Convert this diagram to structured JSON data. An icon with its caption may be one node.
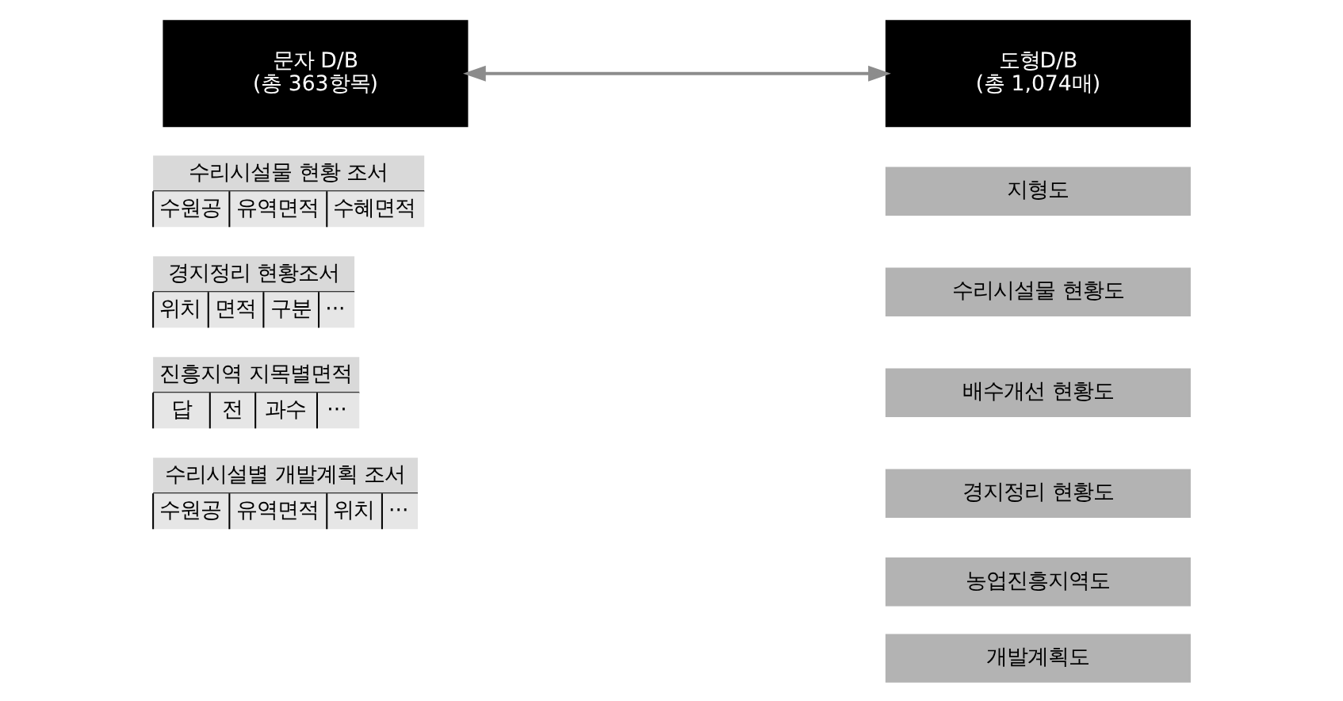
{
  "diagram": {
    "nodes": [
      {
        "text": [
          "문자 D/B",
          "(총 363항목)"
        ]
      },
      {
        "text": [
          "수리시설물 현황 조서",
          "수원공",
          "유역면적",
          "수혜면적"
        ]
      },
      {
        "text": [
          "경지정리 현황조서",
          "위치",
          "면적",
          "구분",
          "···"
        ]
      },
      {
        "text": [
          "진흥지역 지목별면적",
          "답",
          "전",
          "과수",
          "···"
        ]
      },
      {
        "text": [
          "수리시설별 개발계획 조서",
          "수원공",
          "유역면적",
          "위치",
          "···"
        ]
      },
      {
        "text": [
          "도형D/B",
          "(총 1,074매)"
        ]
      },
      {
        "text": [
          "지형도"
        ]
      },
      {
        "text": [
          "수리시설물 현황도"
        ]
      },
      {
        "text": [
          "배수개선 현황도"
        ]
      },
      {
        "text": [
          "경지정리 현황도"
        ]
      },
      {
        "text": [
          "농업진흥지역도"
        ]
      },
      {
        "text": [
          "개발계획도"
        ]
      }
    ],
    "edges": [
      {
        "from": 0,
        "to": 5,
        "arrow": "both"
      }
    ]
  }
}
